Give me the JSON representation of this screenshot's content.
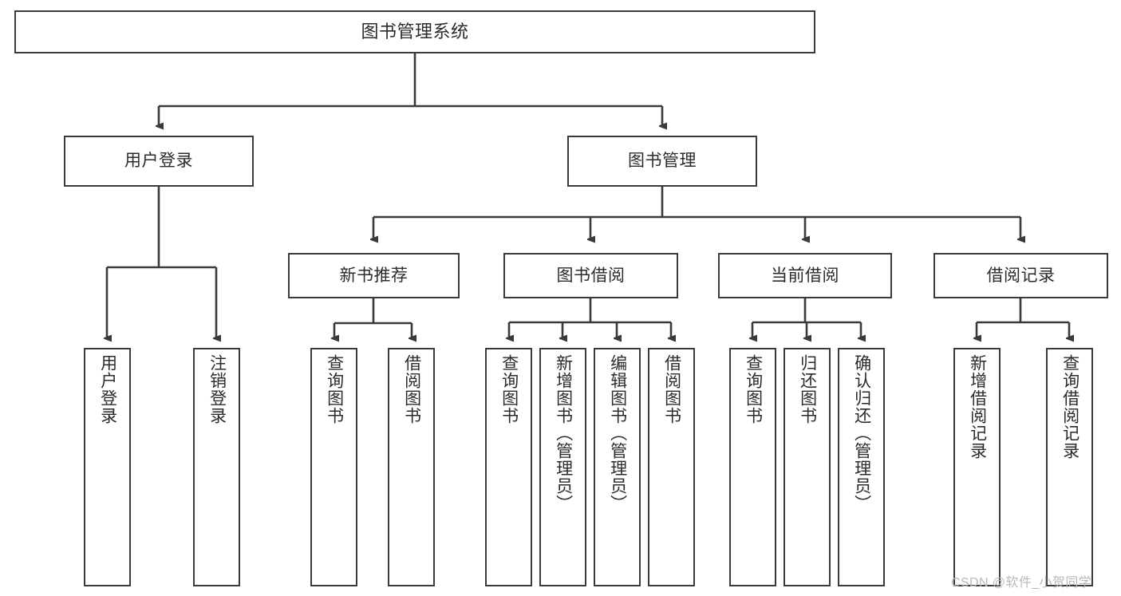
{
  "diagram": {
    "title": "图书管理系统",
    "watermark": "CSDN @软件_小贺同学",
    "colors": {
      "border": "#3a3a3a",
      "background": "#ffffff",
      "text": "#2b2b2b",
      "connector": "#3a3a3a",
      "watermark": "#b9b9b9"
    },
    "root": {
      "label": "图书管理系统"
    },
    "level2": [
      {
        "label": "用户登录"
      },
      {
        "label": "图书管理"
      }
    ],
    "level3": [
      {
        "label": "新书推荐"
      },
      {
        "label": "图书借阅"
      },
      {
        "label": "当前借阅"
      },
      {
        "label": "借阅记录"
      }
    ],
    "leaves": {
      "user_login": [
        {
          "label": "用户登录"
        },
        {
          "label": "注销登录"
        }
      ],
      "new_book_recommend": [
        {
          "label": "查询图书"
        },
        {
          "label": "借阅图书"
        }
      ],
      "book_borrow": [
        {
          "label": "查询图书"
        },
        {
          "label": "新增图书（管理员）"
        },
        {
          "label": "编辑图书（管理员）"
        },
        {
          "label": "借阅图书"
        }
      ],
      "current_borrow": [
        {
          "label": "查询图书"
        },
        {
          "label": "归还图书"
        },
        {
          "label": "确认归还（管理员）"
        }
      ],
      "borrow_record": [
        {
          "label": "新增借阅记录"
        },
        {
          "label": "查询借阅记录"
        }
      ]
    }
  }
}
